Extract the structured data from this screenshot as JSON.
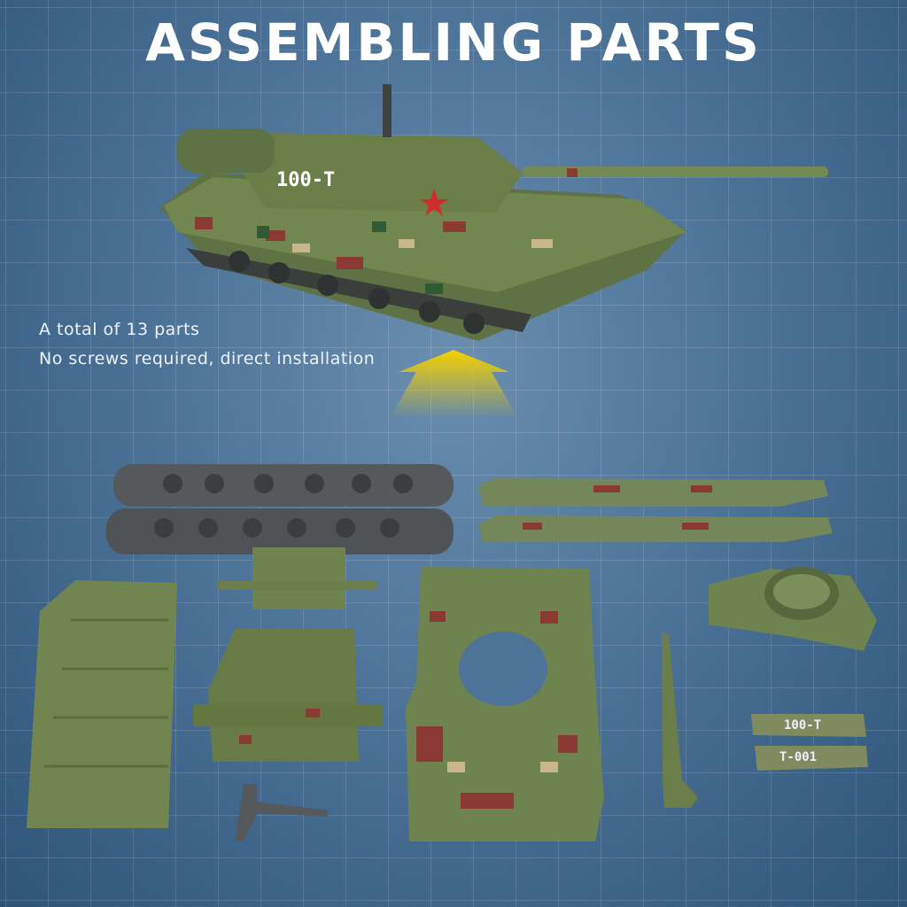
{
  "title": "ASSEMBLING PARTS",
  "info": {
    "line1": "A total of 13 parts",
    "line2": "No screws required, direct installation"
  },
  "tank": {
    "marking": "100-T"
  },
  "decals": [
    "100-T",
    "T-001"
  ],
  "colors": {
    "accent_arrow": "#f5d000",
    "tank_green": "#6e8150",
    "track_gray": "#4f5356"
  }
}
